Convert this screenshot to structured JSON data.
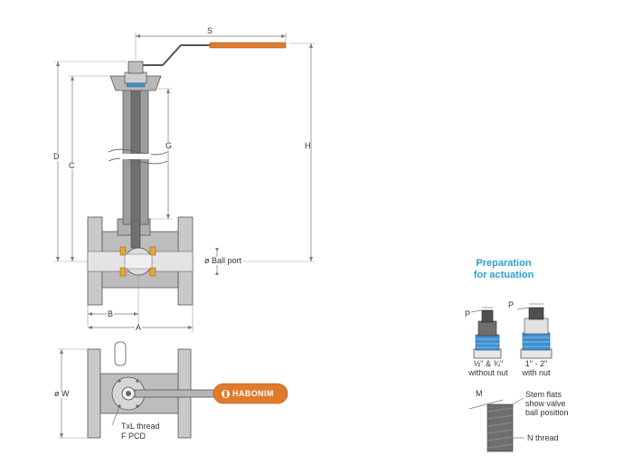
{
  "dimensions": {
    "S": "S",
    "H": "H",
    "G": "G",
    "D": "D",
    "C": "C",
    "ball_port": "ø Ball port",
    "B": "B",
    "A": "A",
    "W": "ø W",
    "thread": "TxL thread",
    "pcd": "F PCD",
    "P_left": "P",
    "P_right": "P",
    "M": "M"
  },
  "brand": "HABONIM",
  "preparation": {
    "title_line1": "Preparation",
    "title_line2": "for actuation",
    "small_size": "½\" & ¾\"",
    "small_note": "without nut",
    "large_size": "1\" - 2\"",
    "large_note": "with nut",
    "stem_note_line1": "Stem flats",
    "stem_note_line2": "show valve",
    "stem_note_line3": "ball position",
    "n_thread": "N thread"
  },
  "colors": {
    "handle": "#e07b2c",
    "gray_body": "#b5b5b5",
    "light_gray": "#d4d4d4",
    "dark_gray": "#6e6e6e",
    "blue_accent": "#3f8fcf",
    "heading": "#2a9fd8"
  }
}
